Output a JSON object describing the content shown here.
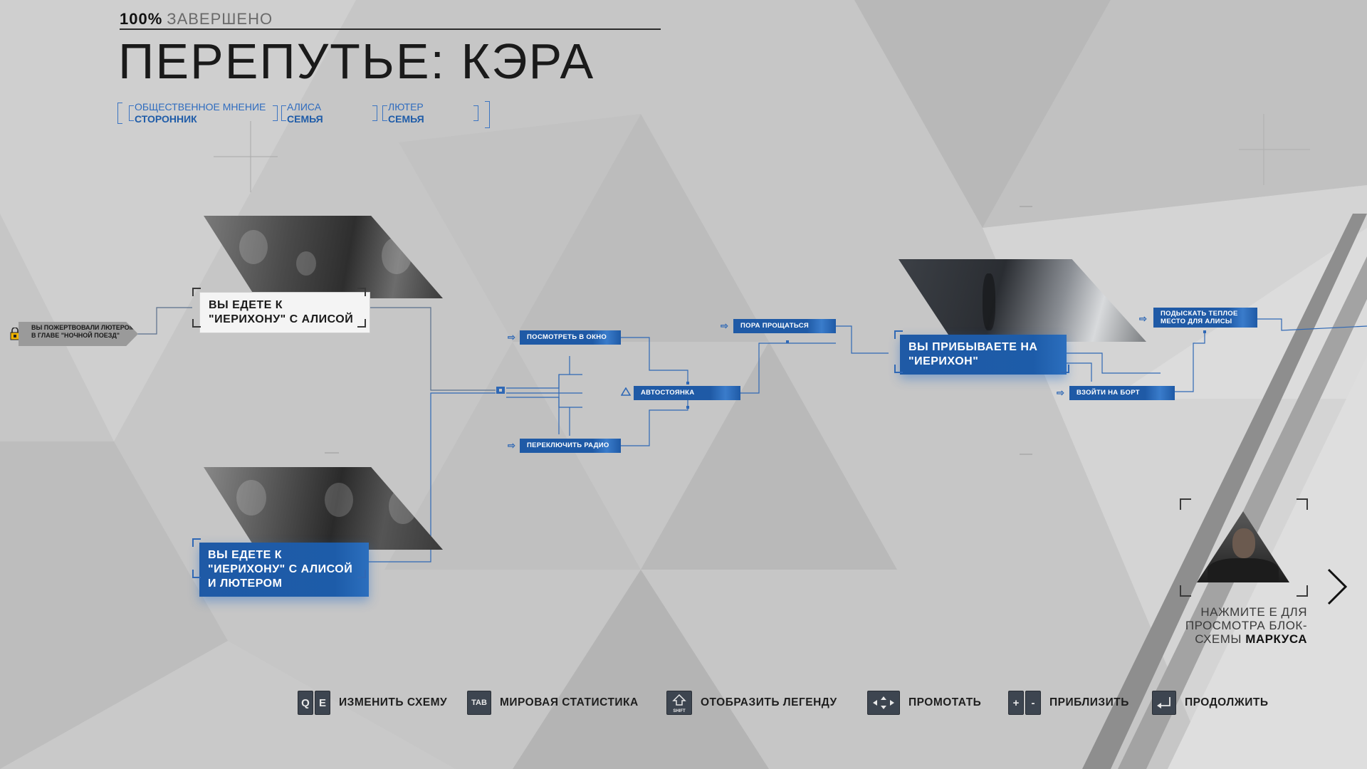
{
  "header": {
    "completion_value": "100%",
    "completion_label": "ЗАВЕРШЕНО",
    "chapter_title": "ПЕРЕПУТЬЕ: КЭРА"
  },
  "stats": [
    {
      "label": "ОБЩЕСТВЕННОЕ МНЕНИЕ",
      "value": "СТОРОННИК"
    },
    {
      "label": "АЛИСА",
      "value": "СЕМЬЯ"
    },
    {
      "label": "ЛЮТЕР",
      "value": "СЕМЬЯ"
    }
  ],
  "flowchart": {
    "start_node": "ВЫ ПОЖЕРТВОВАЛИ ЛЮТЕРОМ В ГЛАВЕ \"НОЧНОЙ ПОЕЗД\"",
    "node_alice": "ВЫ ЕДЕТЕ К \"ИЕРИХОНУ\" С АЛИСОЙ",
    "node_alice_luther": "ВЫ ЕДЕТЕ К \"ИЕРИХОНУ\" С АЛИСОЙ И ЛЮТЕРОМ",
    "look_window": "ПОСМОТРЕТЬ В ОКНО",
    "switch_radio": "ПЕРЕКЛЮЧИТЬ РАДИО",
    "parking": "АВТОСТОЯНКА",
    "say_goodbye": "ПОРА ПРОЩАТЬСЯ",
    "arrive_jericho": "ВЫ ПРИБЫВАЕТЕ НА \"ИЕРИХОН\"",
    "board": "ВЗОЙТИ НА БОРТ",
    "warm_place": "ПОДЫСКАТЬ ТЕПЛОЕ МЕСТО ДЛЯ АЛИСЫ"
  },
  "next_panel": {
    "text_prefix": "НАЖМИТЕ E ДЛЯ ПРОСМОТРА БЛОК-СХЕМЫ",
    "character": "МАРКУСА"
  },
  "controls": [
    {
      "keys": [
        "Q",
        "E"
      ],
      "label": "ИЗМЕНИТЬ СХЕМУ"
    },
    {
      "keys": [
        "TAB"
      ],
      "label": "МИРОВАЯ СТАТИСТИКА"
    },
    {
      "keys": [
        "SHIFT"
      ],
      "label": "ОТОБРАЗИТЬ ЛЕГЕНДУ"
    },
    {
      "keys": [
        "pan"
      ],
      "label": "ПРОМОТАТЬ"
    },
    {
      "keys": [
        "+",
        "-"
      ],
      "label": "ПРИБЛИЗИТЬ"
    },
    {
      "keys": [
        "enter"
      ],
      "label": "ПРОДОЛЖИТЬ"
    }
  ],
  "colors": {
    "accent_blue": "#1f5aa6",
    "line_blue": "#2f68b5",
    "background": "#c6c6c6",
    "key_bg": "#3d4550"
  }
}
